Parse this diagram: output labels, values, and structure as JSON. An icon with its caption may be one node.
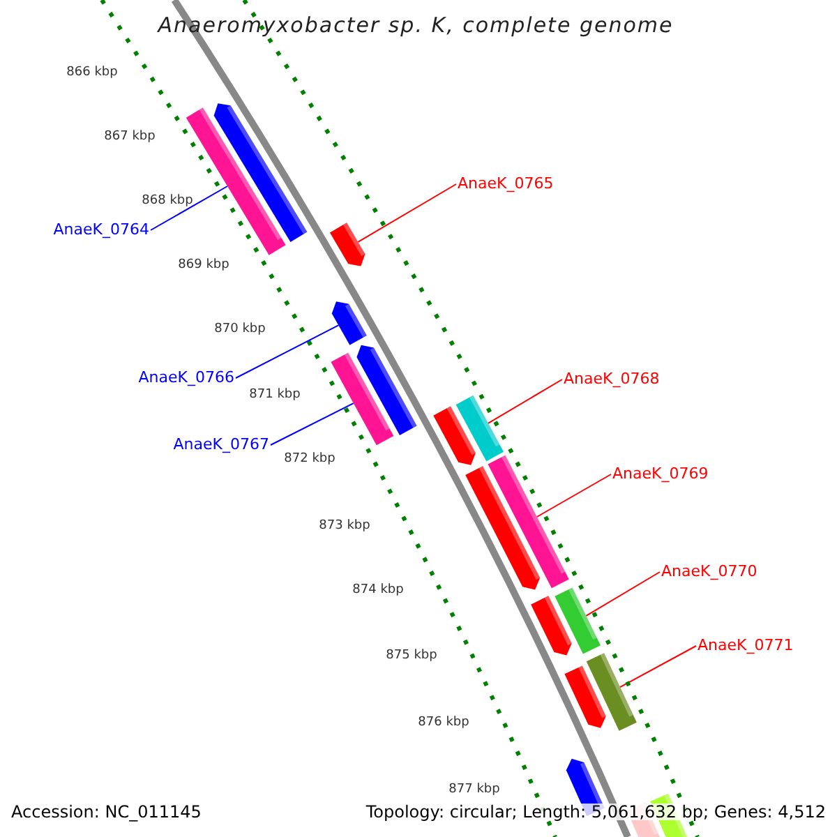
{
  "diagram": {
    "title": "Anaeromyxobacter sp. K, complete genome",
    "nodes": [
      {
        "text": [
          "AnaeK_0764"
        ]
      },
      {
        "text": [
          "AnaeK_0765"
        ]
      },
      {
        "text": [
          "AnaeK_0766"
        ]
      },
      {
        "text": [
          "AnaeK_0767"
        ]
      },
      {
        "text": [
          "AnaeK_0768"
        ]
      },
      {
        "text": [
          "AnaeK_0769"
        ]
      },
      {
        "text": [
          "AnaeK_0770"
        ]
      },
      {
        "text": [
          "AnaeK_0771"
        ]
      },
      {
        "text": [],
        "shape": "bar"
      },
      {
        "text": [],
        "shape": "arrow"
      },
      {
        "text": [],
        "shape": "arrow"
      },
      {
        "text": [],
        "shape": "bar"
      },
      {
        "text": [],
        "shape": "bar"
      },
      {
        "text": [],
        "shape": "bar"
      },
      {
        "text": [],
        "shape": "bar"
      },
      {
        "text": [],
        "shape": "bar"
      }
    ],
    "edges": [
      {
        "from": 0,
        "to": 8,
        "arrow": "none",
        "color": "#0000ff"
      },
      {
        "from": 1,
        "to": 9,
        "arrow": "none"
      },
      {
        "from": 2,
        "to": 10,
        "arrow": "none",
        "color": "#0000ff"
      },
      {
        "from": 3,
        "to": 11,
        "arrow": "none",
        "color": "#0000ff"
      },
      {
        "from": 4,
        "to": 12,
        "arrow": "none"
      },
      {
        "from": 5,
        "to": 13,
        "arrow": "none"
      },
      {
        "from": 6,
        "to": 14,
        "arrow": "none"
      },
      {
        "from": 7,
        "to": 15,
        "arrow": "none"
      }
    ],
    "labels": [
      "866 kbp",
      "867 kbp",
      "868 kbp",
      "869 kbp",
      "870 kbp",
      "871 kbp",
      "872 kbp",
      "873 kbp",
      "874 kbp",
      "875 kbp",
      "876 kbp",
      "877 kbp",
      "Accession: NC_011145",
      "Topology: circular; Length: 5,061,632 bp; Genes: 4,512"
    ]
  }
}
